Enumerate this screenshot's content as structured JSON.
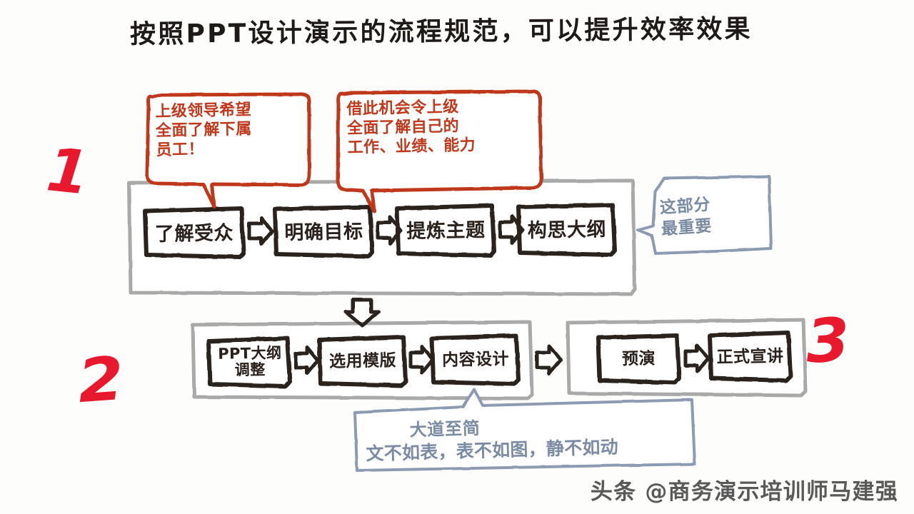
{
  "page": {
    "title": "按照PPT设计演示的流程规范，可以提升效率效果",
    "watermark": "头条 @商务演示培训师马建强",
    "background_color": "#fdfdfc"
  },
  "colors": {
    "marker_dark": "#2b211c",
    "numeral_red": "#e8192c",
    "callout_red": "#c0391c",
    "callout_blue": "#7a8ba3",
    "container_gray": "#a9a9a9"
  },
  "numerals": [
    {
      "name": "phase-number-1",
      "value": "1"
    },
    {
      "name": "phase-number-2",
      "value": "2"
    },
    {
      "name": "phase-number-3",
      "value": "3"
    }
  ],
  "groups": [
    {
      "id": "group-planning",
      "number": "1",
      "steps": [
        {
          "label": "了解受众"
        },
        {
          "label": "明确目标"
        },
        {
          "label": "提炼主题"
        },
        {
          "label": "构思大纲"
        }
      ]
    },
    {
      "id": "group-production",
      "number": "2",
      "steps": [
        {
          "label": "PPT大纲\n调整"
        },
        {
          "label": "选用模版"
        },
        {
          "label": "内容设计"
        }
      ]
    },
    {
      "id": "group-delivery",
      "number": "3",
      "steps": [
        {
          "label": "预演"
        },
        {
          "label": "正式宣讲"
        }
      ]
    }
  ],
  "callouts": [
    {
      "id": "callout-audience",
      "color": "red",
      "text": "上级领导希望\n全面了解下属\n员工！",
      "points_to": "了解受众"
    },
    {
      "id": "callout-selfshow",
      "color": "red",
      "text": "借此机会令上级\n全面了解自己的\n工作、业绩、能力",
      "points_to": "明确目标"
    },
    {
      "id": "callout-important",
      "color": "blue",
      "text": "这部分\n最重要",
      "points_to": "group-planning"
    },
    {
      "id": "callout-simple",
      "color": "blue",
      "line_1": "大道至简",
      "line_2": "文不如表，表不如图，静不如动",
      "points_to": "内容设计"
    }
  ],
  "arrows": {
    "between_steps": "arrow-right",
    "between_rows": "arrow-down",
    "between_groups": "arrow-right"
  }
}
